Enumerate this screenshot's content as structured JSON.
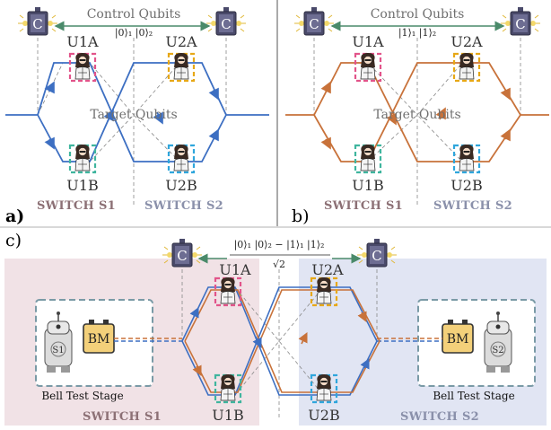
{
  "panels": {
    "a": "a)",
    "b": "b)",
    "c": "c)"
  },
  "control_box_label": "C",
  "a": {
    "control_title": "Control Qubits",
    "control_state": "|0⟩₁ |0⟩₂",
    "target_title": "Target Qubits",
    "ops": [
      "U1A",
      "U2A",
      "U1B",
      "U2B"
    ],
    "switch_1": "SWITCH S1",
    "switch_2": "SWITCH S2"
  },
  "b": {
    "control_title": "Control Qubits",
    "control_state": "|1⟩₁ |1⟩₂",
    "target_title": "Target Qubits",
    "ops": [
      "U1A",
      "U2A",
      "U1B",
      "U2B"
    ],
    "switch_1": "SWITCH S1",
    "switch_2": "SWITCH S2"
  },
  "c": {
    "state_numerator": "|0⟩₁ |0⟩₂ − |1⟩₁ |1⟩₂",
    "state_denominator": "√2",
    "ops": [
      "U1A",
      "U2A",
      "U1B",
      "U2B"
    ],
    "bm_label": "BM",
    "robot_1": "S1",
    "robot_2": "S2",
    "bell_stage": "Bell Test Stage",
    "switch_1": "SWITCH S1",
    "switch_2": "SWITCH S2"
  },
  "colors": {
    "blue_path": "#3d6fc2",
    "orange_path": "#c8723a",
    "control_box": "#4a4a6a",
    "control_line": "#4a8a6a",
    "pink": "#e2548a",
    "yellow": "#e7a817",
    "teal": "#3fb59e",
    "cyan": "#2fa6dc",
    "switch1_bg": "#f1e2e6",
    "switch2_bg": "#e1e5f3",
    "switch1_text": "#8c7075",
    "switch2_text": "#8a90aa"
  }
}
